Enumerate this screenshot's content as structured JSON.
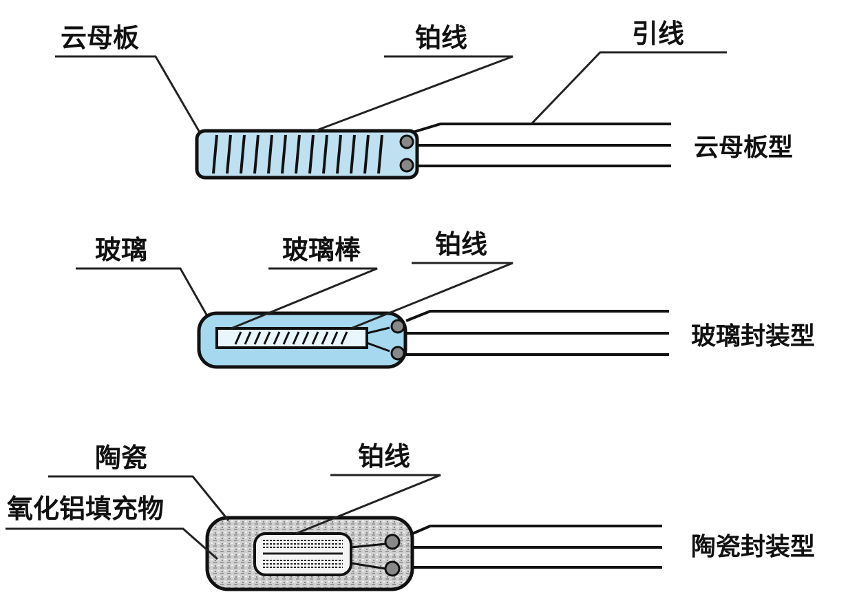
{
  "sensors": [
    {
      "id": "mica",
      "type_label": "云母板型",
      "callouts": {
        "mica_plate": "云母板",
        "platinum_wire": "铂线",
        "lead_wire": "引线"
      },
      "colors": {
        "body_fill": "#bfe0f0",
        "outline": "#111111"
      }
    },
    {
      "id": "glass",
      "type_label": "玻璃封装型",
      "callouts": {
        "glass": "玻璃",
        "glass_rod": "玻璃棒",
        "platinum_wire": "铂线"
      },
      "colors": {
        "body_fill": "#a6d8ef",
        "outline": "#111111"
      }
    },
    {
      "id": "ceramic",
      "type_label": "陶瓷封装型",
      "callouts": {
        "ceramic": "陶瓷",
        "alumina_filler": "氧化铝填充物",
        "platinum_wire": "铂线"
      },
      "colors": {
        "body_fill": "#c8c8c8",
        "outline": "#111111"
      }
    }
  ]
}
